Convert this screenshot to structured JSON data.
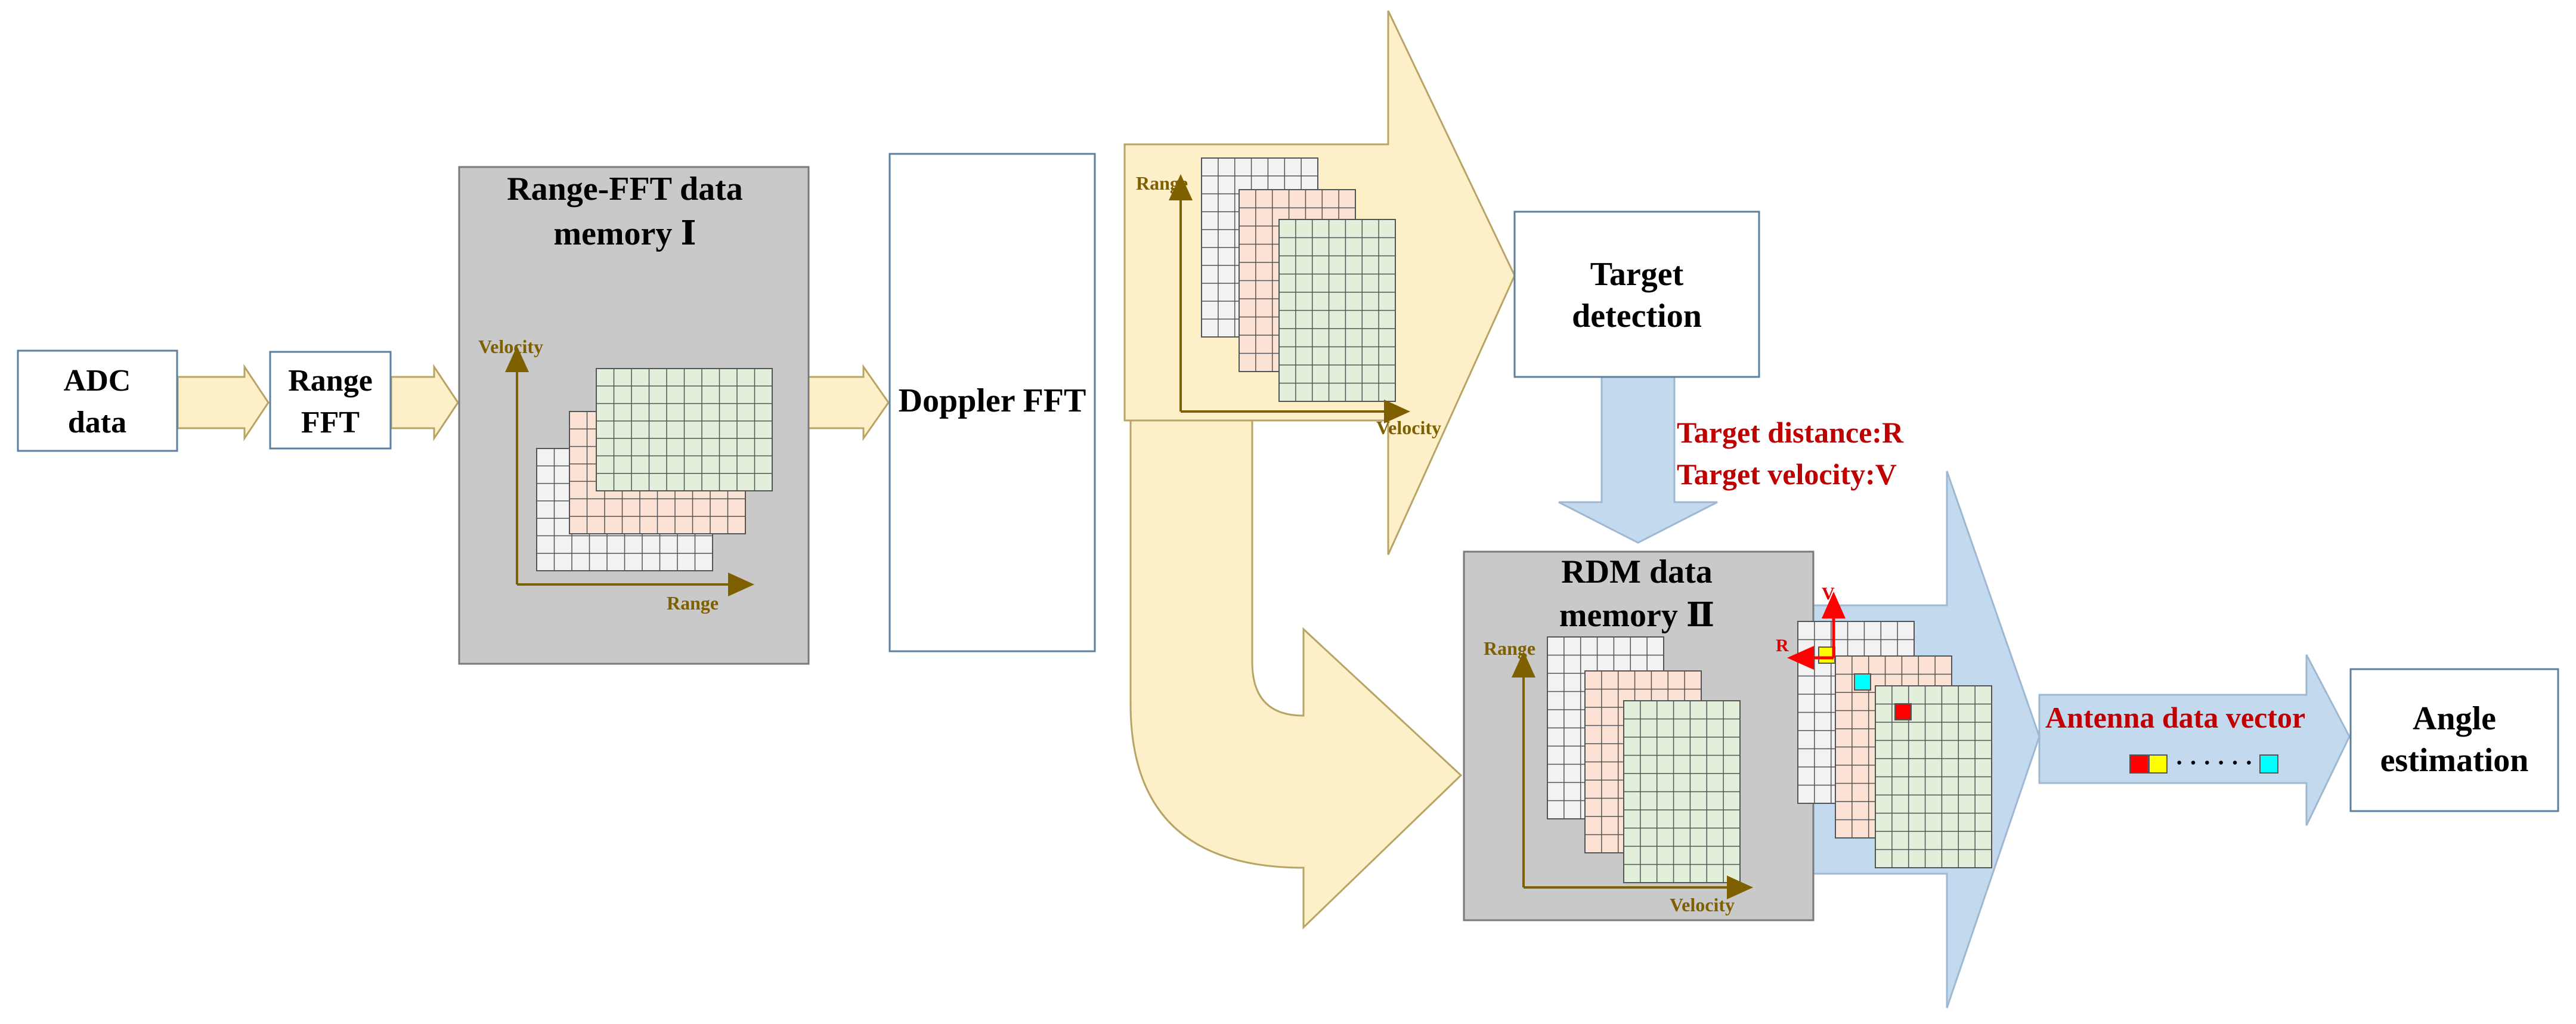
{
  "colors": {
    "arrow_fill": "#fdf0c8",
    "arrow_stroke": "#b8a464",
    "blue_fill": "#c3d9ee",
    "blue_stroke": "#9fb8d2",
    "memory_fill": "#c9c9c9",
    "memory_stroke": "#7a7a7a",
    "box_fill": "#ffffff",
    "box_stroke": "#5b7f9e",
    "grid_white": "#f2f2f2",
    "grid_pink": "#fbe2d5",
    "grid_green": "#e2efda",
    "axis": "#7f6000",
    "red_text": "#c00000",
    "marker_red": "#ff0000",
    "marker_yellow": "#ffff00",
    "marker_cyan": "#00ffff"
  },
  "blocks": {
    "adc": {
      "line1": "ADC",
      "line2": "data"
    },
    "range_fft": {
      "line1": "Range",
      "line2": "FFT"
    },
    "memory1": {
      "line1": "Range-FFT data",
      "line2": "memory Ⅰ"
    },
    "doppler": {
      "label": "Doppler FFT"
    },
    "target_detection": {
      "line1": "Target",
      "line2": "detection"
    },
    "memory2": {
      "line1": "RDM data",
      "line2": "memory Ⅱ"
    },
    "angle": {
      "line1": "Angle",
      "line2": "estimation"
    }
  },
  "axes": {
    "mem1_vertical": "Velocity",
    "mem1_horizontal": "Range",
    "top_vertical": "Range",
    "top_horizontal": "Velocity",
    "mem2_vertical": "Range",
    "mem2_horizontal": "Velocity",
    "marker_vertical": "V",
    "marker_horizontal": "R"
  },
  "annotations": {
    "target_distance": "Target distance:R",
    "target_velocity": "Target velocity:V",
    "antenna_vector": "Antenna data vector",
    "vector_dots": "· · · · · ·"
  }
}
